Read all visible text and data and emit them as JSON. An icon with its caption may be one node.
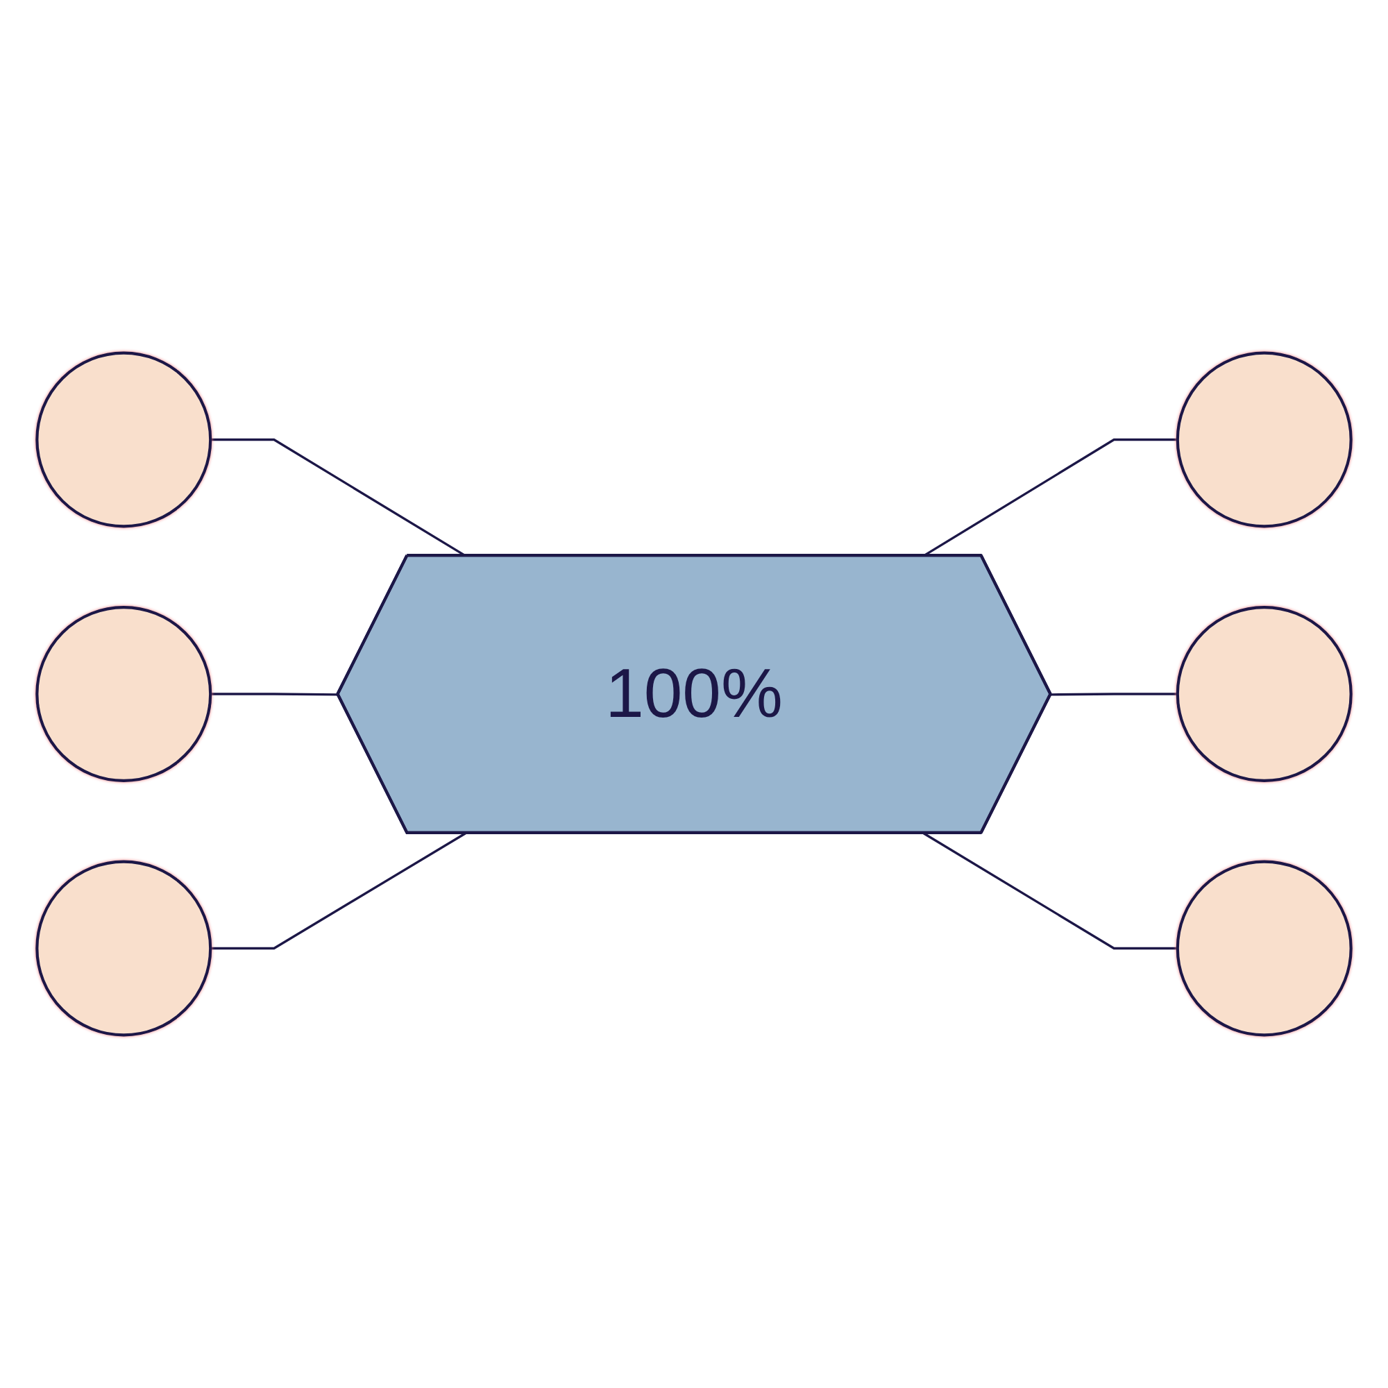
{
  "diagram": {
    "nodes": [
      {
        "text": [],
        "shape": "circle"
      },
      {
        "text": [],
        "shape": "circle"
      },
      {
        "text": [],
        "shape": "circle"
      },
      {
        "text": [
          "100%"
        ]
      },
      {
        "text": [],
        "shape": "circle"
      },
      {
        "text": [],
        "shape": "circle"
      },
      {
        "text": [],
        "shape": "circle"
      }
    ],
    "edges": [
      {
        "from": 0,
        "to": 3,
        "arrow": "none"
      },
      {
        "from": 3,
        "to": 1,
        "arrow": "none"
      },
      {
        "from": 2,
        "to": 3,
        "arrow": "none"
      },
      {
        "from": 3,
        "to": 4,
        "arrow": "none"
      },
      {
        "from": 5,
        "to": 3,
        "arrow": "none"
      },
      {
        "from": 3,
        "to": 6,
        "arrow": "none"
      }
    ]
  }
}
